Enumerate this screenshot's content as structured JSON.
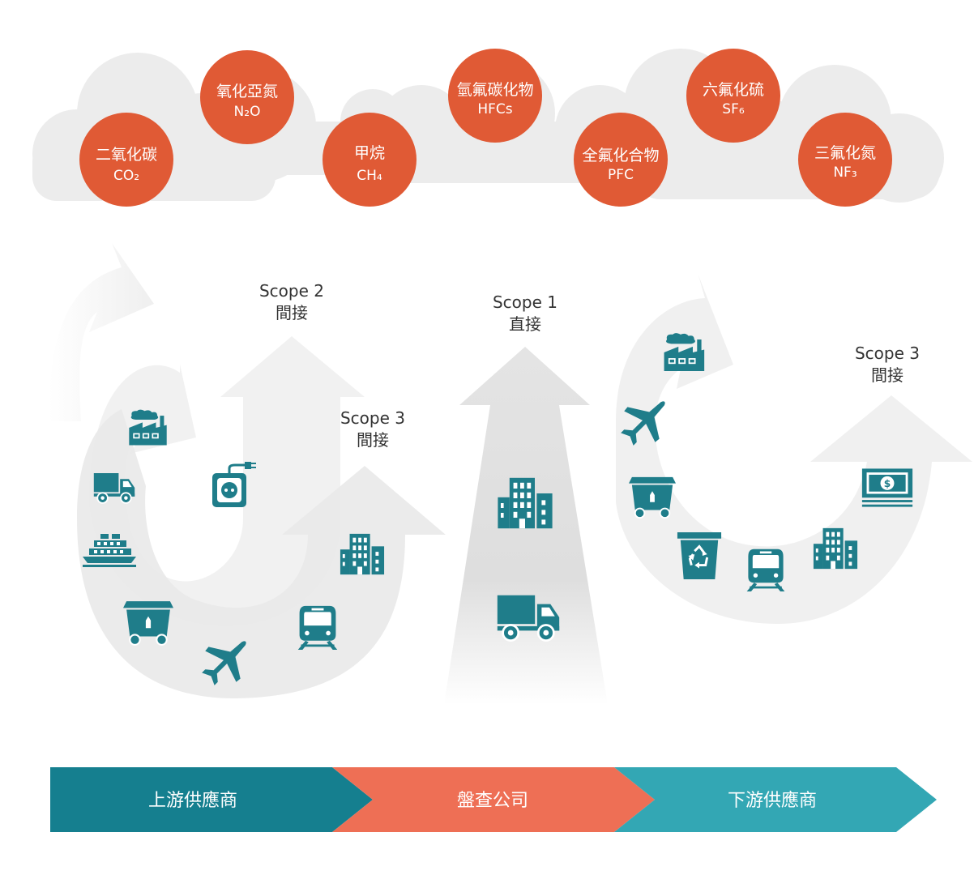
{
  "colors": {
    "gas_circle": "#e05a35",
    "cloud": "#ececec",
    "arrow_light": "#eeeeee",
    "arrow_mid": "#e2e2e2",
    "icon": "#1f7d8a",
    "bar_upstream": "#157f8f",
    "bar_company": "#ee6f55",
    "bar_downstream": "#33a7b4",
    "text_dark": "#333333"
  },
  "gases": [
    {
      "name": "二氧化碳",
      "formula": "CO₂"
    },
    {
      "name": "氧化亞氮",
      "formula": "N₂O"
    },
    {
      "name": "甲烷",
      "formula": "CH₄"
    },
    {
      "name": "氫氟碳化物",
      "formula": "HFCs"
    },
    {
      "name": "全氟化合物",
      "formula": "PFC"
    },
    {
      "name": "六氟化硫",
      "formula": "SF₆"
    },
    {
      "name": "三氟化氮",
      "formula": "NF₃"
    }
  ],
  "scopes": {
    "scope2_left": {
      "title": "Scope 2",
      "subtitle": "間接"
    },
    "scope3_left": {
      "title": "Scope 3",
      "subtitle": "間接"
    },
    "scope1": {
      "title": "Scope 1",
      "subtitle": "直接"
    },
    "scope3_right": {
      "title": "Scope 3",
      "subtitle": "間接"
    }
  },
  "icons": {
    "left": [
      "factory-icon",
      "truck-icon",
      "ship-icon",
      "dumpster-icon",
      "airplane-icon",
      "train-icon",
      "power-outlet-icon",
      "office-building-icon"
    ],
    "center": [
      "office-building-icon",
      "truck-icon"
    ],
    "right": [
      "factory-icon",
      "airplane-icon",
      "dumpster-icon",
      "recycle-bin-icon",
      "train-icon",
      "office-building-icon",
      "money-icon"
    ]
  },
  "bar": {
    "upstream": "上游供應商",
    "company": "盤查公司",
    "downstream": "下游供應商"
  }
}
